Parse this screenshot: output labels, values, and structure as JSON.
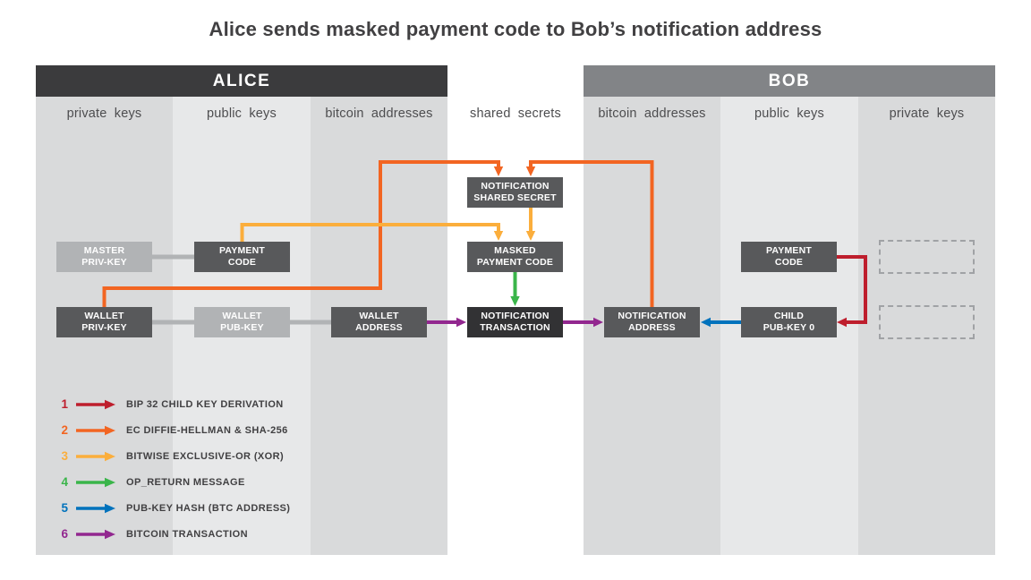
{
  "title": "Alice sends masked payment code to Bob’s notification address",
  "alice": {
    "header": "ALICE",
    "columns": [
      "private keys",
      "public keys",
      "bitcoin addresses"
    ]
  },
  "shared": {
    "column": "shared secrets"
  },
  "bob": {
    "header": "BOB",
    "columns": [
      "bitcoin addresses",
      "public keys",
      "private keys"
    ]
  },
  "boxes": {
    "master_priv_key": "MASTER\nPRIV-KEY",
    "alice_payment_code": "PAYMENT\nCODE",
    "wallet_priv_key": "WALLET\nPRIV-KEY",
    "wallet_pub_key": "WALLET\nPUB-KEY",
    "wallet_address": "WALLET\nADDRESS",
    "notification_shared_secret": "NOTIFICATION\nSHARED SECRET",
    "masked_payment_code": "MASKED\nPAYMENT CODE",
    "notification_transaction": "NOTIFICATION\nTRANSACTION",
    "notification_address": "NOTIFICATION\nADDRESS",
    "bob_payment_code": "PAYMENT\nCODE",
    "child_pub_key_0": "CHILD\nPUB-KEY 0"
  },
  "legend": {
    "items": [
      {
        "num": "1",
        "color": "#be1e2d",
        "label": "BIP 32 CHILD KEY DERIVATION"
      },
      {
        "num": "2",
        "color": "#f26522",
        "label": "EC DIFFIE-HELLMAN & SHA-256"
      },
      {
        "num": "3",
        "color": "#fbae3c",
        "label": "BITWISE EXCLUSIVE-OR (XOR)"
      },
      {
        "num": "4",
        "color": "#3ab54a",
        "label": "OP_RETURN MESSAGE"
      },
      {
        "num": "5",
        "color": "#0072bc",
        "label": "PUB-KEY HASH (BTC ADDRESS)"
      },
      {
        "num": "6",
        "color": "#92278f",
        "label": "BITCOIN TRANSACTION"
      }
    ]
  },
  "colors": {
    "alice_header_bg": "#3b3b3d",
    "bob_header_bg": "#828487",
    "box_dark": "#58595b",
    "box_light": "#b1b3b5",
    "box_darkest": "#323234",
    "column_dark": "#d9dadb",
    "column_light": "#e7e8e9",
    "connector_gray": "#b1b3b5"
  }
}
